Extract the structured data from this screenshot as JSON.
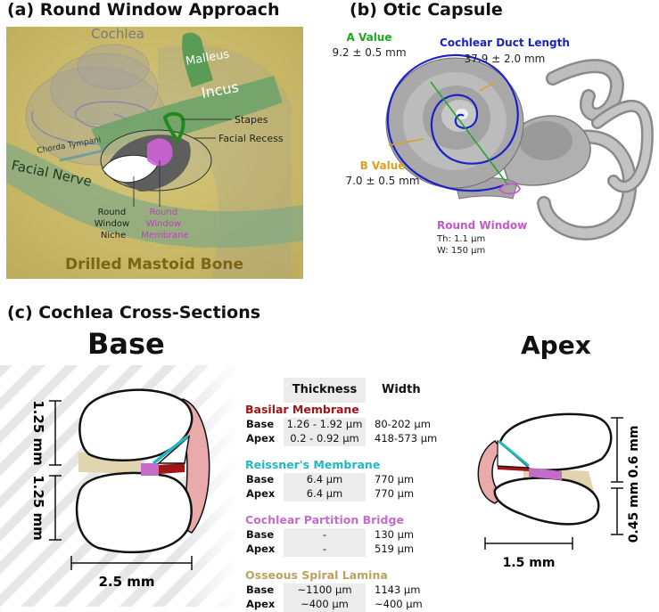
{
  "panel_a": {
    "title": "(a)  Round Window Approach",
    "labels": {
      "cochlea": "Cochlea",
      "malleus": "Malleus",
      "incus": "Incus",
      "stapes": "Stapes",
      "facial_recess": "Facial Recess",
      "chorda_tympani": "Chorda Tympani",
      "facial_nerve": "Facial Nerve",
      "rw_niche": [
        "Round",
        "Window",
        "Niche"
      ],
      "rw_membrane": [
        "Round",
        "Window",
        "Membrane"
      ],
      "bone": "Drilled Mastoid Bone"
    },
    "colors": {
      "bone": "#c9b968",
      "nerve": "#84a884",
      "membrane": "#d062d8",
      "bone_text": "#7d6518"
    }
  },
  "panel_b": {
    "title": "(b)  Otic Capsule",
    "a_value": {
      "label": "A Value",
      "value": "9.2 ± 0.5 mm",
      "color": "#1fa61f"
    },
    "cochlear_duct": {
      "label": "Cochlear Duct Length",
      "value": "37.9 ± 2.0 mm",
      "color": "#1a22c8"
    },
    "b_value": {
      "label": "B Value",
      "value": "7.0 ± 0.5 mm",
      "color": "#d9a11e"
    },
    "round_window": {
      "label": "Round Window",
      "th": "Th: 1.1 μm",
      "w": "W: 150 μm",
      "color": "#c757c9"
    }
  },
  "panel_c": {
    "title": "(c)  Cochlea Cross-Sections",
    "base_title": "Base",
    "apex_title": "Apex",
    "base_dims": {
      "upper": "1.25 mm",
      "lower": "1.25 mm",
      "width": "2.5 mm"
    },
    "apex_dims": {
      "upper": "0.6 mm",
      "lower": "0.45 mm",
      "width": "1.5 mm"
    },
    "table": {
      "headers": [
        "Thickness",
        "Width"
      ],
      "sections": [
        {
          "name": "Basilar Membrane",
          "color": "#a31414",
          "rows": [
            {
              "label": "Base",
              "thickness": "1.26 - 1.92 μm",
              "width": "80-202 μm"
            },
            {
              "label": "Apex",
              "thickness": "0.2 - 0.92 μm",
              "width": "418-573 μm"
            }
          ]
        },
        {
          "name": "Reissner's Membrane",
          "color": "#21b7c0",
          "rows": [
            {
              "label": "Base",
              "thickness": "6.4 μm",
              "width": "770 μm"
            },
            {
              "label": "Apex",
              "thickness": "6.4 μm",
              "width": "770 μm"
            }
          ]
        },
        {
          "name": "Cochlear Partition Bridge",
          "color": "#c56bc9",
          "rows": [
            {
              "label": "Base",
              "thickness": "-",
              "width": "130 μm"
            },
            {
              "label": "Apex",
              "thickness": "-",
              "width": "519 μm"
            }
          ]
        },
        {
          "name": "Osseous Spiral Lamina",
          "color": "#b8a25c",
          "rows": [
            {
              "label": "Base",
              "thickness": "~1100 μm",
              "width": "1143 μm"
            },
            {
              "label": "Apex",
              "thickness": "~400 μm",
              "width": "~400 μm"
            }
          ]
        }
      ]
    }
  }
}
